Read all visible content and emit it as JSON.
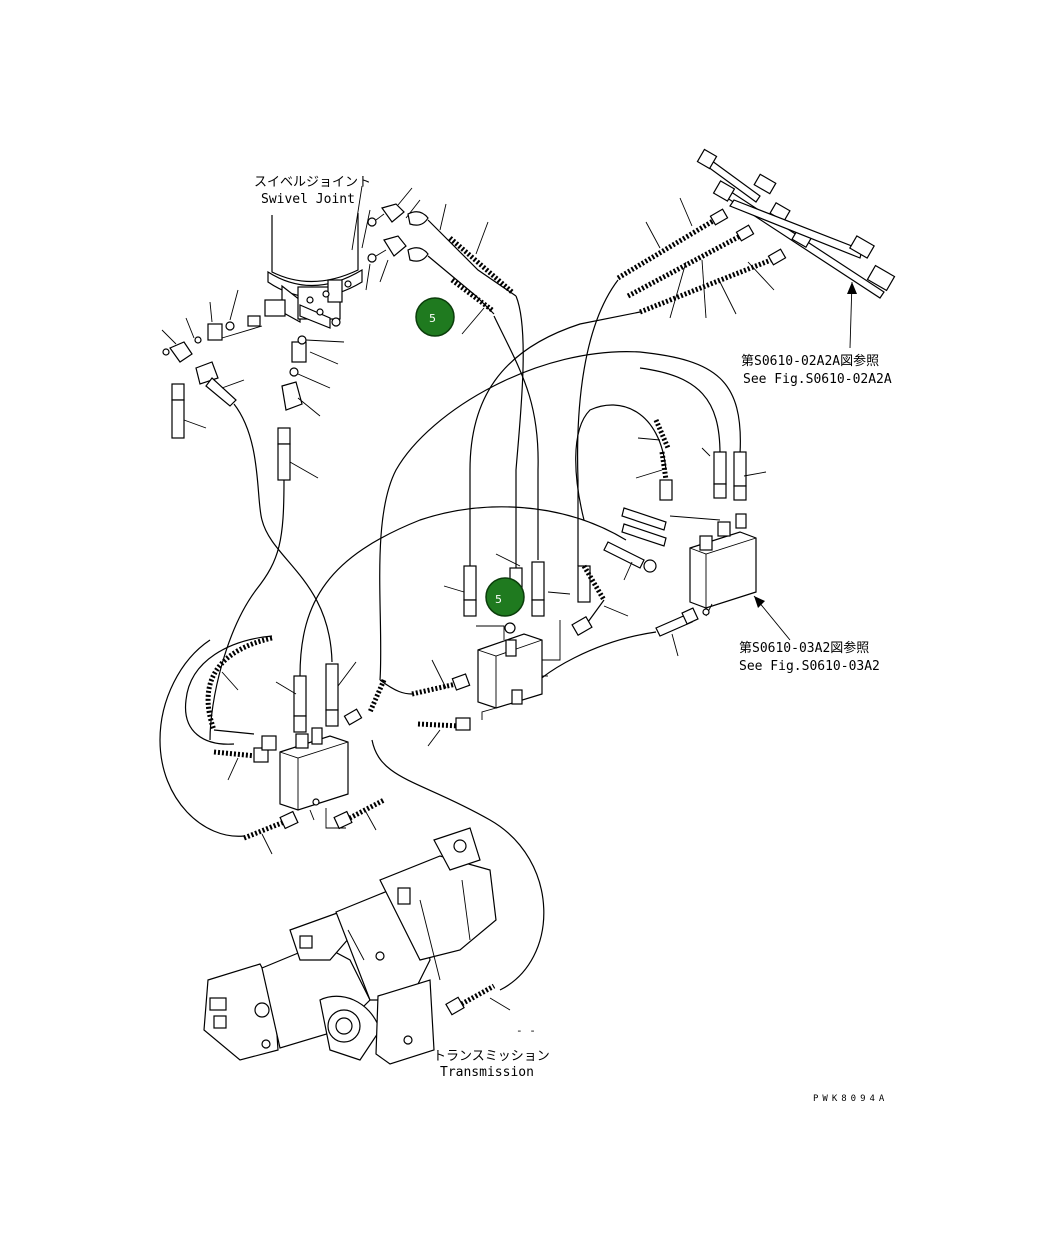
{
  "labels": {
    "swivel_ja": "スイベルジョイント",
    "swivel_en": "Swivel Joint",
    "ref1_ja": "第S0610-02A2A図参照",
    "ref1_en": "See Fig.S0610-02A2A",
    "ref2_ja": "第S0610-03A2図参照",
    "ref2_en": "See Fig.S0610-03A2",
    "trans_ja": "トランスミッション",
    "trans_en": "Transmission",
    "drawing_code": "PWK8094A",
    "dash_mark": "- -"
  },
  "markers": [
    {
      "id": "marker-1",
      "number": "5"
    },
    {
      "id": "marker-2",
      "number": "5"
    }
  ],
  "colors": {
    "marker_fill": "#1f7a1f",
    "marker_stroke": "#0b3d0b",
    "line": "#000000"
  }
}
